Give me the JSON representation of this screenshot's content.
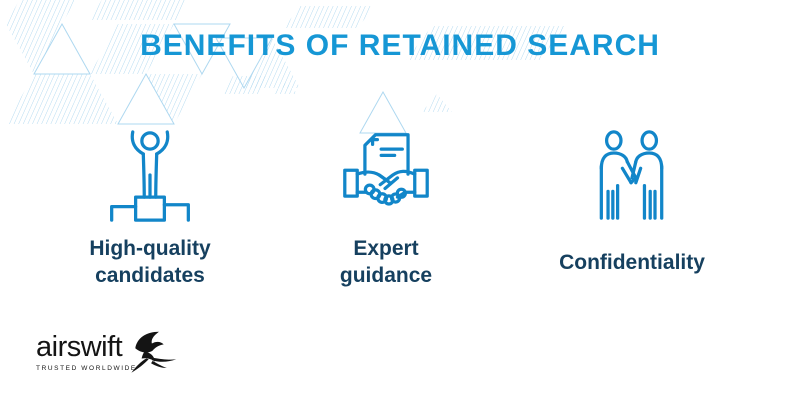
{
  "title": "BENEFITS OF RETAINED SEARCH",
  "benefits": [
    {
      "icon": "winner-podium-icon",
      "lines": [
        "High-quality",
        "candidates"
      ]
    },
    {
      "icon": "handshake-document-icon",
      "lines": [
        "Expert",
        "guidance"
      ]
    },
    {
      "icon": "two-people-icon",
      "lines": [
        "Confidentiality"
      ]
    }
  ],
  "logo": {
    "name": "airswift",
    "tagline": "TRUSTED WORLDWIDE",
    "mark": "swift-bird-icon"
  },
  "colors": {
    "title-blue": "#1697D5",
    "icon-blue": "#1286C9",
    "label-navy": "#16405F",
    "pattern-blue": "#AED8F0",
    "logo-black": "#141414",
    "background": "#FFFFFF"
  }
}
